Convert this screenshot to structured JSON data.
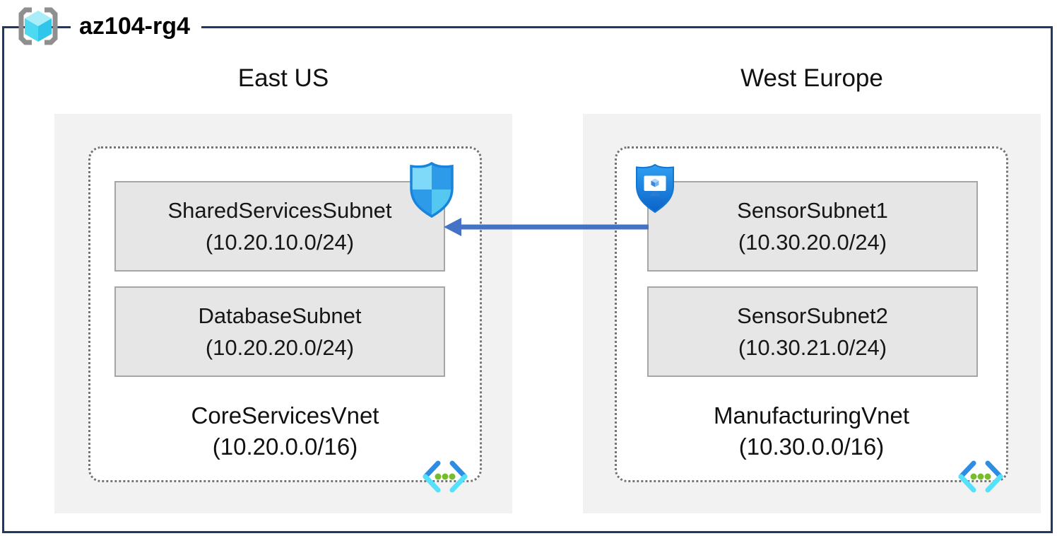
{
  "diagram": {
    "resource_group": "az104-rg4"
  },
  "regions": [
    {
      "name": "East US",
      "vnet": {
        "name": "CoreServicesVnet",
        "cidr": "(10.20.0.0/16)",
        "subnets": [
          {
            "name": "SharedServicesSubnet",
            "cidr": "(10.20.10.0/24)"
          },
          {
            "name": "DatabaseSubnet",
            "cidr": "(10.20.20.0/24)"
          }
        ]
      }
    },
    {
      "name": "West Europe",
      "vnet": {
        "name": "ManufacturingVnet",
        "cidr": "(10.30.0.0/16)",
        "subnets": [
          {
            "name": "SensorSubnet1",
            "cidr": "(10.30.20.0/24)"
          },
          {
            "name": "SensorSubnet2",
            "cidr": "(10.30.21.0/24)"
          }
        ]
      }
    }
  ],
  "connection": {
    "from": "SensorSubnet1",
    "to": "SharedServicesSubnet",
    "direction": "right-to-left"
  },
  "icons": {
    "resource_group": "resource-group-icon",
    "network_security_group": "network-security-group-shield-icon",
    "application_security_group": "application-security-group-shield-icon",
    "virtual_network": "virtual-network-icon"
  },
  "colors": {
    "frame_border": "#1F3864",
    "region_bg": "#F2F2F2",
    "subnet_bg": "#E6E6E6",
    "subnet_border": "#A6A6A6",
    "dotted_border": "#757575",
    "arrow": "#4472C4",
    "icon_blue_dark": "#2E9BE8",
    "icon_blue_light": "#7FD9F8",
    "vnet_dot_green": "#76BC2D"
  }
}
